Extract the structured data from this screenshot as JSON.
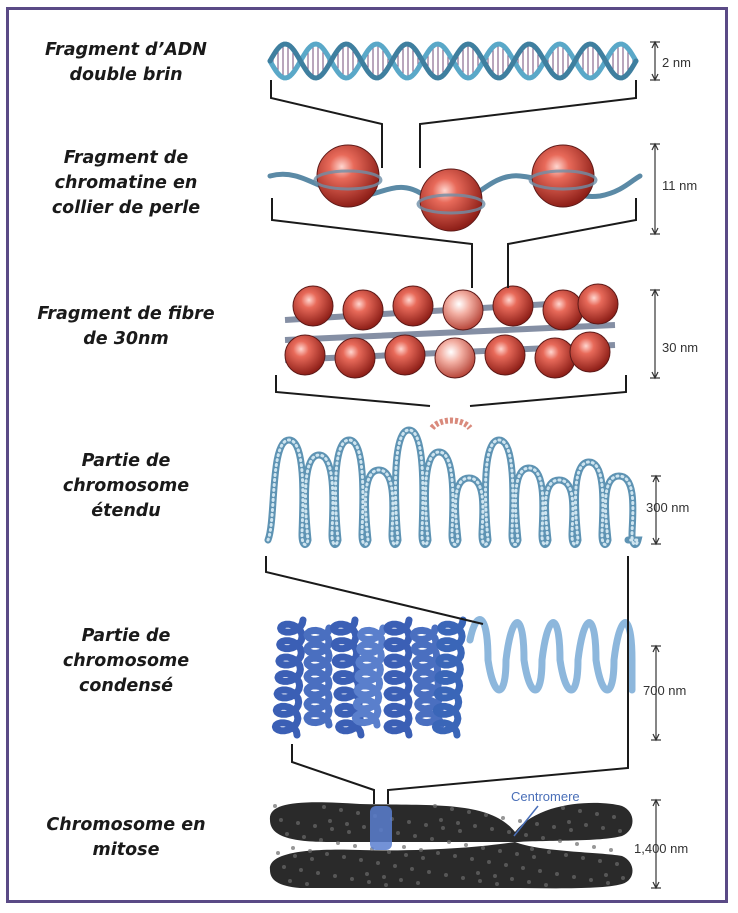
{
  "levels": [
    {
      "id": "dna",
      "label_lines": [
        "Fragment d’ADN",
        "double brin"
      ],
      "measure": "2 nm"
    },
    {
      "id": "beads",
      "label_lines": [
        "Fragment de",
        "chromatine en",
        "collier de perle"
      ],
      "measure": "11 nm"
    },
    {
      "id": "fiber",
      "label_lines": [
        "Fragment de fibre",
        "de 30nm"
      ],
      "measure": "30 nm"
    },
    {
      "id": "extended",
      "label_lines": [
        "Partie de",
        "chromosome",
        "étendu"
      ],
      "measure": "300 nm"
    },
    {
      "id": "condensed",
      "label_lines": [
        "Partie de",
        "chromosome",
        "condensé"
      ],
      "measure": "700 nm"
    },
    {
      "id": "mitotic",
      "label_lines": [
        "Chromosome en",
        "mitose"
      ],
      "measure": "1,400 nm"
    }
  ],
  "annotations": {
    "centromere": "Centromere"
  },
  "colors": {
    "frame": "#5a4a86",
    "dna_strand": "#5aa8c8",
    "nucleosome": "#d04a3c",
    "fiber_bead": "#7fb3cc",
    "condensed": "#4a6fc0",
    "chromosome": "#2a2a2a",
    "centromere_band": "#5b7fd0"
  }
}
